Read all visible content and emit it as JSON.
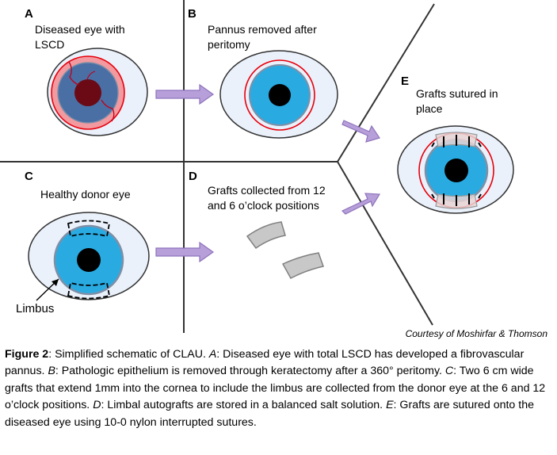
{
  "panels": {
    "a": {
      "letter": "A",
      "text_line1": "Diseased eye with",
      "text_line2": "LSCD"
    },
    "b": {
      "letter": "B",
      "text_line1": "Pannus removed after",
      "text_line2": "peritomy"
    },
    "c": {
      "letter": "C",
      "text_line1": "Healthy donor eye"
    },
    "d": {
      "letter": "D",
      "text_line1": "Grafts collected from 12",
      "text_line2": "and 6 o’clock positions"
    },
    "e": {
      "letter": "E",
      "text_line1": "Grafts sutured in",
      "text_line2": "place"
    }
  },
  "limbus_label": "Limbus",
  "courtesy": "Courtesy of Moshirfar & Thomson",
  "caption": {
    "label": "Figure 2",
    "intro": ": Simplified schematic of CLAU. ",
    "a_letter": "A",
    "a_text": ": Diseased eye with total LSCD has developed a fibrovascular pannus. ",
    "b_letter": "B",
    "b_text": ": Pathologic epithelium is removed through keratectomy after a 360° peritomy. ",
    "c_letter": "C",
    "c_text": ": Two 6 cm wide grafts that extend 1mm into the cornea to include the limbus are collected from the donor eye at the 6 and 12 o’clock positions. ",
    "d_letter": "D",
    "d_text": ": Limbal autografts are stored in a balanced salt solution. ",
    "e_letter": "E",
    "e_text": ": Grafts are sutured onto the diseased eye using 10-0 nylon interrupted sutures."
  },
  "colors": {
    "sclera": "#eaf1fb",
    "eye_outline": "#333333",
    "iris_blue": "#29abe2",
    "iris_ring": "#7f8fa6",
    "diseased_iris": "#4a6fa5",
    "diseased_halo": "#f29aa0",
    "pupil_diseased": "#6b0a14",
    "limbus_red": "#e8000b",
    "vessel": "#c0001a",
    "arrow_fill": "#b79fd9",
    "arrow_stroke": "#8e73bd",
    "graft_fill": "#c8c8c8",
    "graft_stroke": "#808080",
    "divider": "#333333"
  }
}
